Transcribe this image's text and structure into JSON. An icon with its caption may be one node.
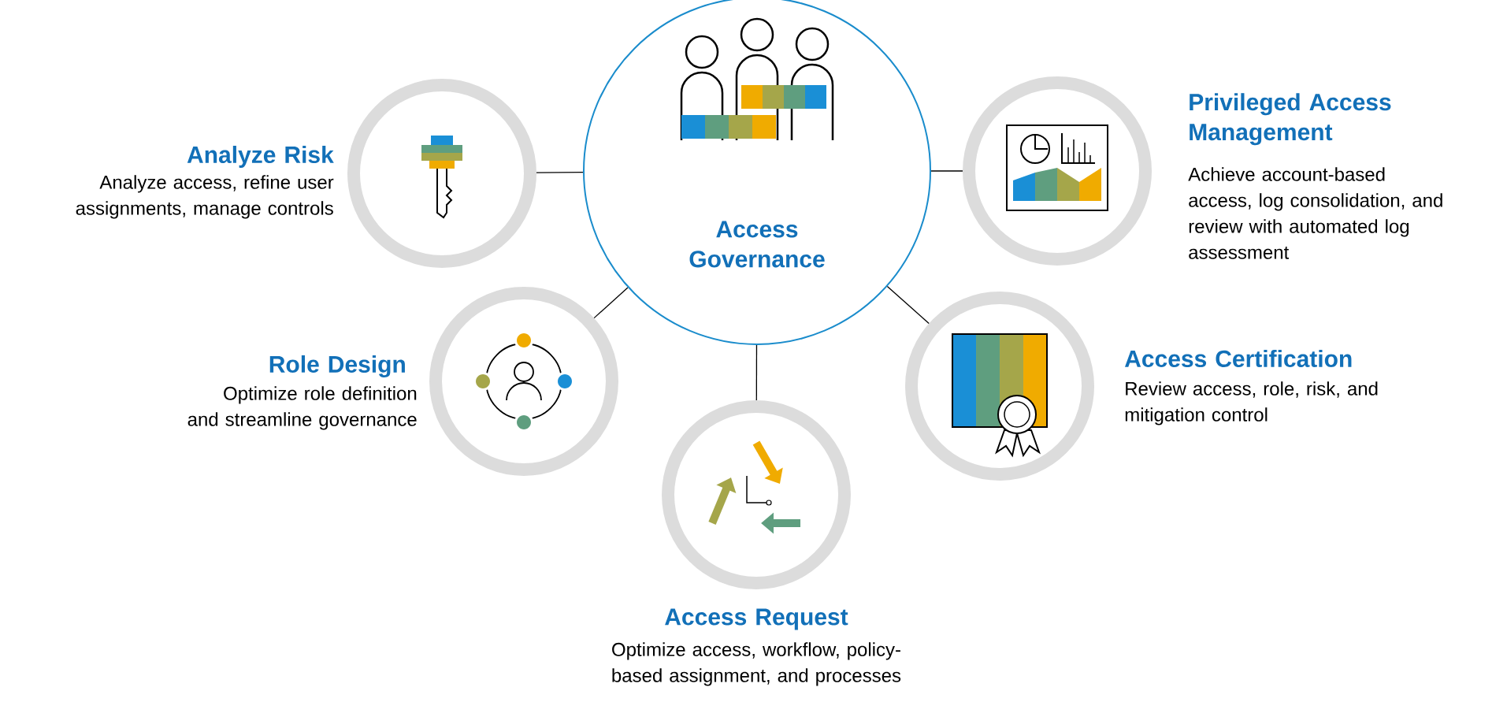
{
  "diagram": {
    "nodes": [
      {
        "text": [
          "Access Governance"
        ]
      },
      {
        "text": [
          "Analyze Risk",
          "Analyze access, refine user assignments, manage controls"
        ]
      },
      {
        "text": [
          "Privileged Access Management",
          "Achieve account-based access, log consolidation, and review with automated log assessment"
        ]
      },
      {
        "text": [
          "Role Design",
          "Optimize role definition and streamline governance"
        ]
      },
      {
        "text": [
          "Access Certification",
          "Review access, role, risk, and mitigation control"
        ]
      },
      {
        "text": [
          "Access Request",
          "Optimize access, workflow, policy-based assignment, and processes"
        ]
      }
    ],
    "edges": [
      {
        "from": 0,
        "to": 1,
        "arrow": "none"
      },
      {
        "from": 0,
        "to": 2,
        "arrow": "none"
      },
      {
        "from": 0,
        "to": 3,
        "arrow": "none"
      },
      {
        "from": 0,
        "to": 4,
        "arrow": "none"
      },
      {
        "from": 0,
        "to": 5,
        "arrow": "none"
      }
    ]
  }
}
